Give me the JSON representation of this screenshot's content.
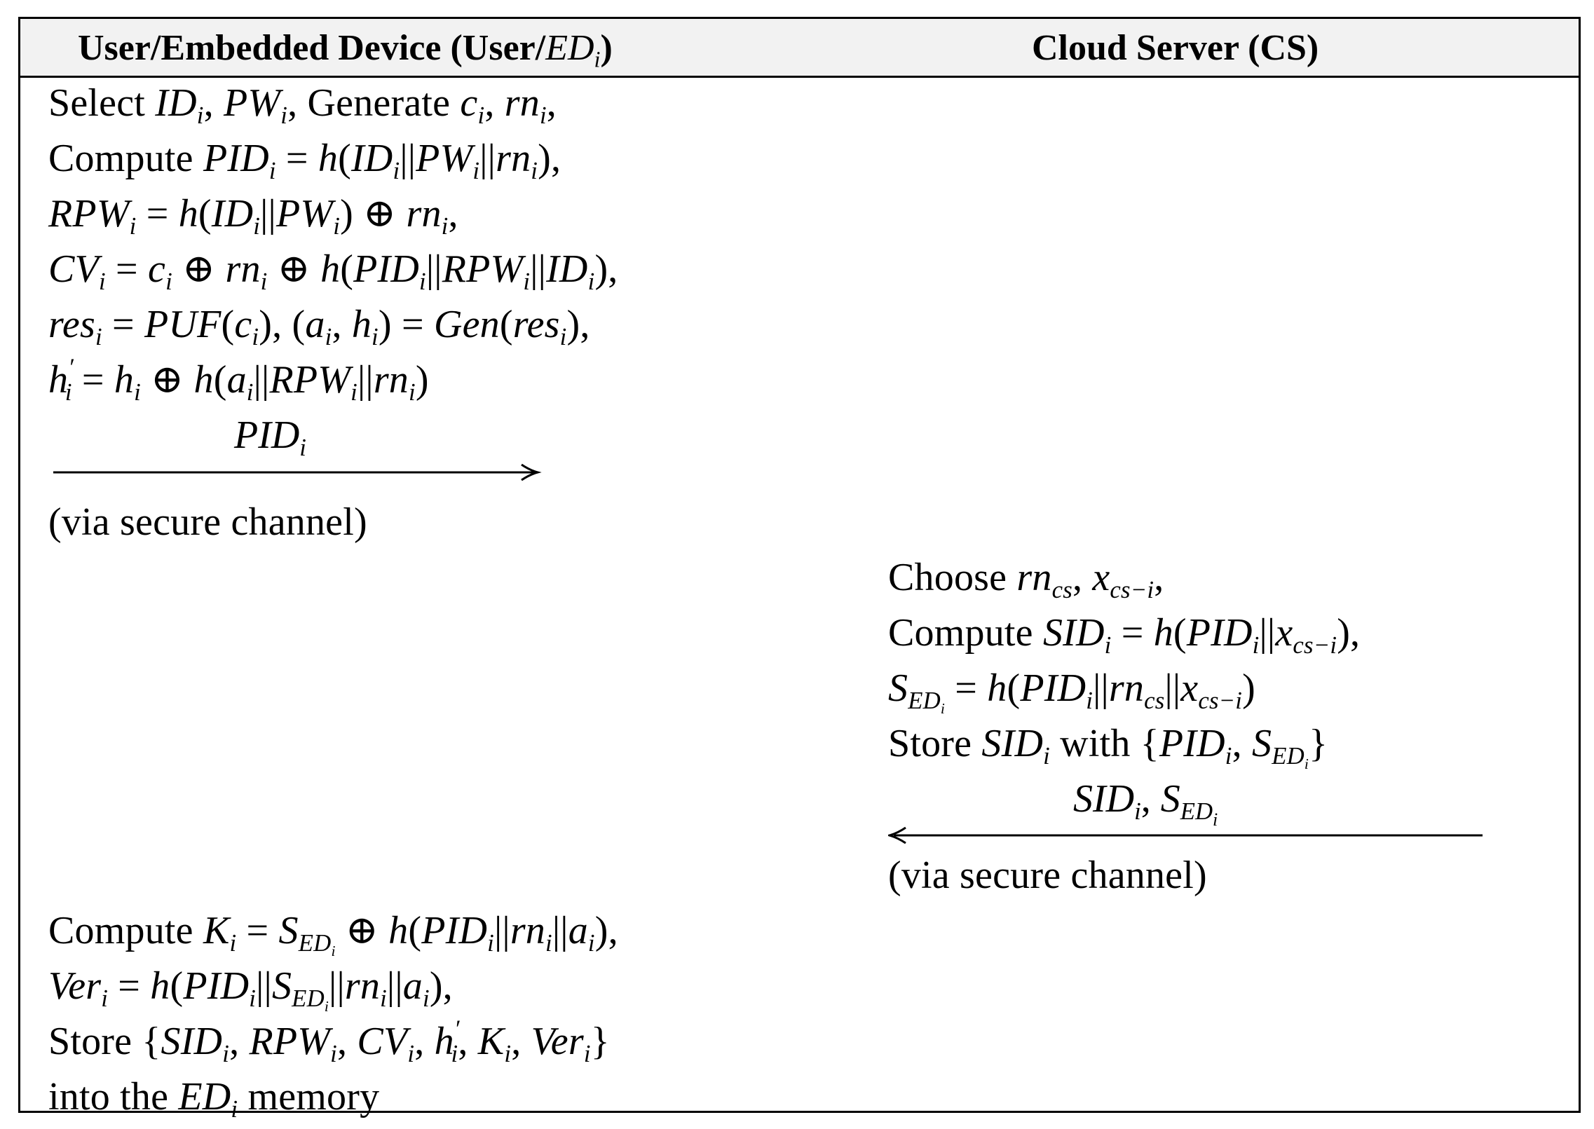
{
  "header": {
    "left_title_prefix": "User/Embedded Device (User/",
    "left_title_var": "ED",
    "left_title_sub": "i",
    "left_title_suffix": ")",
    "right_title": "Cloud Server (CS)"
  },
  "user_steps_1": {
    "l1": "Select ID_i, PW_i, Generate c_i, rn_i,",
    "l2": "Compute PID_i = h(ID_i||PW_i||rn_i),",
    "l3": "RPW_i = h(ID_i||PW_i) ⊕ rn_i,",
    "l4": "CV_i = c_i ⊕ rn_i ⊕ h(PID_i||RPW_i||ID_i),",
    "l5": "res_i = PUF(c_i), (a_i, h_i) = Gen(res_i),",
    "l6": "h'_i = h_i ⊕ h(a_i||RPW_i||rn_i)"
  },
  "message_1": {
    "label": "PID_i",
    "direction": "right",
    "channel": "(via secure channel)"
  },
  "server_steps": {
    "l1": "Choose rn_cs, x_cs−i,",
    "l2": "Compute SID_i = h(PID_i||x_cs−i),",
    "l3": "S_ED_i = h(PID_i||rn_cs||x_cs−i)",
    "l4": "Store SID_i with {PID_i, S_ED_i}"
  },
  "message_2": {
    "label": "SID_i, S_ED_i",
    "direction": "left",
    "channel": "(via secure channel)"
  },
  "user_steps_2": {
    "l1": "Compute K_i = S_ED_i ⊕ h(PID_i||rn_i||a_i),",
    "l2": "Ver_i = h(PID_i||S_ED_i||rn_i||a_i),",
    "l3": "Store {SID_i, RPW_i, CV_i, h'_i, K_i, Ver_i}",
    "l4": "into the ED_i memory"
  }
}
